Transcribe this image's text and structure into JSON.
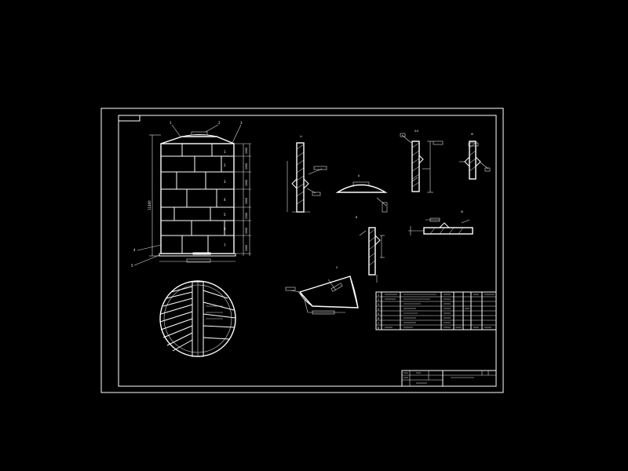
{
  "drawing": {
    "background_color": "#000000",
    "line_color": "#ffffff",
    "tank_dims": {
      "height_label": "11400",
      "course_marks": [
        "1",
        "2",
        "3",
        "4",
        "5",
        "6",
        "7"
      ],
      "course_heights": [
        "1500",
        "1500",
        "1500",
        "1500",
        "1500",
        "1500",
        "1500"
      ]
    },
    "tank_callouts": [
      "1",
      "2",
      "3",
      "4",
      "5"
    ],
    "section_marks": [
      "I-I",
      "II-II",
      "A",
      "B",
      "III",
      "IV",
      "V"
    ],
    "bom_rows": [
      [
        "1",
        "",
        "",
        "",
        "",
        "",
        ""
      ],
      [
        "2",
        "",
        "",
        "",
        "",
        "",
        ""
      ],
      [
        "3",
        "",
        "",
        "",
        "",
        "",
        ""
      ],
      [
        "4",
        "",
        "",
        "",
        "",
        "",
        ""
      ],
      [
        "5",
        "",
        "",
        "",
        "",
        "",
        ""
      ],
      [
        "6",
        "",
        "",
        "",
        "",
        "",
        ""
      ],
      [
        "7",
        "",
        "",
        "",
        "",
        "",
        ""
      ],
      [
        "8",
        "",
        "",
        "",
        "",
        "",
        ""
      ]
    ]
  }
}
